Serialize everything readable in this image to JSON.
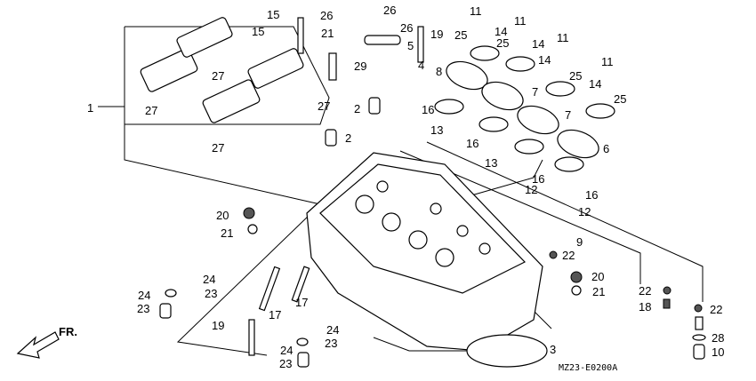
{
  "diagram": {
    "title_code": "MZ23-E0200A",
    "direction_label": "FR.",
    "labels": [
      "1",
      "2",
      "2",
      "3",
      "4",
      "5",
      "6",
      "7",
      "7",
      "8",
      "9",
      "10",
      "11",
      "11",
      "11",
      "11",
      "12",
      "12",
      "13",
      "13",
      "14",
      "14",
      "14",
      "14",
      "15",
      "15",
      "16",
      "16",
      "16",
      "16",
      "17",
      "17",
      "18",
      "19",
      "19",
      "20",
      "20",
      "21",
      "21",
      "21",
      "22",
      "22",
      "22",
      "23",
      "23",
      "23",
      "23",
      "24",
      "24",
      "24",
      "24",
      "25",
      "25",
      "25",
      "25",
      "26",
      "26",
      "26",
      "27",
      "27",
      "27",
      "27",
      "28",
      "29"
    ]
  }
}
